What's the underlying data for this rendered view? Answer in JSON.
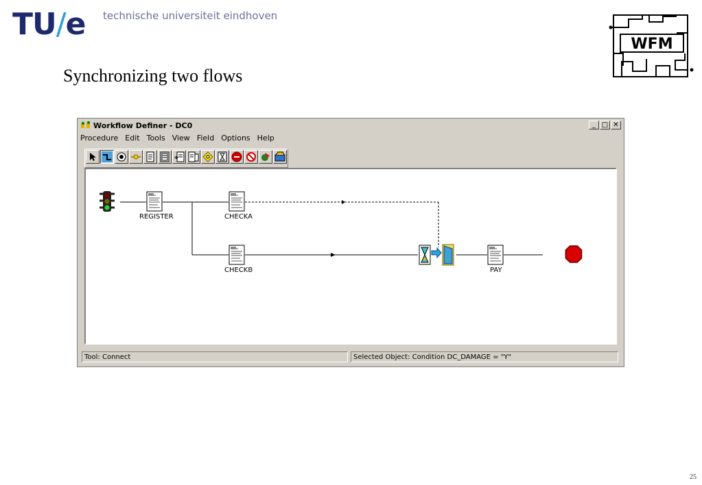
{
  "slide": {
    "logo_main": "TU",
    "logo_slash": "/",
    "logo_e": "e",
    "university": "technische universiteit eindhoven",
    "title": "Synchronizing two flows",
    "page_number": "25",
    "wfm_logo_text": "WFM"
  },
  "window": {
    "title": "Workflow Definer - DC0",
    "menu": [
      "Procedure",
      "Edit",
      "Tools",
      "View",
      "Field",
      "Options",
      "Help"
    ],
    "toolbar_icons": [
      "pointer-icon",
      "connect-icon",
      "start-icon",
      "condition-icon",
      "step-icon",
      "form-icon",
      "subprocedure-icon",
      "script-icon",
      "decision-icon",
      "wait-icon",
      "stop-icon",
      "delete-icon",
      "event-icon",
      "group-icon"
    ],
    "status_tool": "Tool: Connect",
    "status_selected": "Selected Object: Condition   DC_DAMAGE = \"Y\""
  },
  "diagram": {
    "nodes": [
      "REGISTER",
      "CHECKA",
      "CHECKB",
      "PAY"
    ],
    "stop_label": "STOP"
  },
  "colors": {
    "logo_blue": "#1f2a6e",
    "logo_cyan": "#2a9fd6",
    "window_face": "#d4d0c8"
  }
}
